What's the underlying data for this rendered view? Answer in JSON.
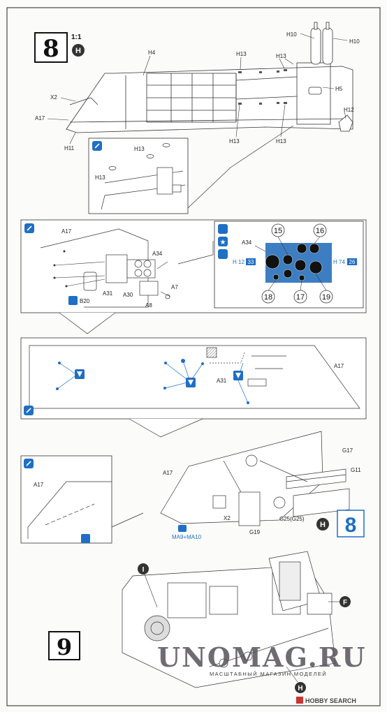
{
  "step8": {
    "number": "8",
    "scale": "1:1",
    "badge": "H",
    "main_labels": [
      "H10",
      "H10",
      "H4",
      "H13",
      "H13",
      "H5",
      "X2",
      "A17",
      "H11",
      "H13",
      "H13",
      "H12"
    ],
    "inset1_labels": [
      "H13",
      "H13"
    ],
    "inset2_labels": [
      "A17",
      "A34",
      "A31",
      "A30",
      "A7",
      "A8",
      "B20"
    ],
    "gauges": {
      "a34": "A34",
      "numbers": [
        "15",
        "16",
        "18",
        "17",
        "19"
      ],
      "left_ref": {
        "letter": "H",
        "num1": "12",
        "num2": "33"
      },
      "right_ref": {
        "letter": "H",
        "num1": "74",
        "num2": "26"
      }
    },
    "panel_labels": [
      "A17",
      "A31"
    ],
    "lower_labels": [
      "A17",
      "A17",
      "G17",
      "G11",
      "X2",
      "G19",
      "G25(G25)"
    ],
    "ma_label": "MA9+MA10",
    "next_badge": "H",
    "next_step": "8"
  },
  "step9": {
    "number": "9",
    "callouts": [
      "I",
      "F",
      "H"
    ]
  },
  "watermark": {
    "title": "UNOMAG.RU",
    "subtitle": "МАСШТАБНЫЙ МАГАЗИН МОДЕЛЕЙ"
  },
  "credit": {
    "brand": "HOBBY SEARCH"
  },
  "colors": {
    "blue": "#1f6fc4",
    "panel_blue": "#3d7ec2",
    "line": "#333333"
  }
}
